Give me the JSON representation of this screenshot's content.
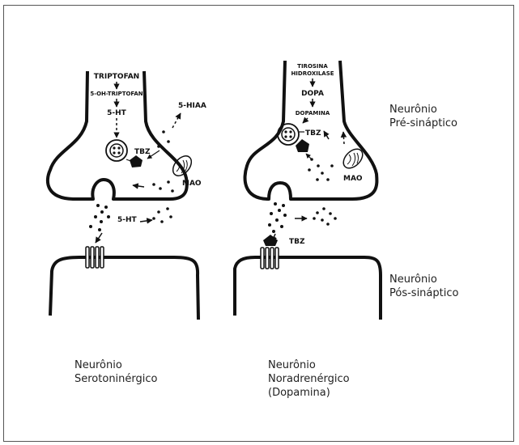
{
  "diagram": {
    "serotonergic": {
      "precursor": "TRIPTOFAN",
      "intermediate": "5-OH-TRIPTOFAN",
      "transmitter": "5-HT",
      "metabolite": "5-HIAA",
      "inhibitor": "TBZ",
      "enzyme": "MAO",
      "cleft_transmitter": "5-HT"
    },
    "noradrenergic": {
      "precursor_line1": "TIROSINA",
      "precursor_line2": "HIDROXILASE",
      "intermediate": "DOPA",
      "transmitter": "DOPAMINA",
      "inhibitor": "TBZ",
      "enzyme": "MAO",
      "receptor_inhibitor": "TBZ"
    },
    "side_labels": {
      "pre_line1": "Neurônio",
      "pre_line2": "Pré-sináptico",
      "post_line1": "Neurônio",
      "post_line2": "Pós-sináptico"
    },
    "captions": {
      "left_line1": "Neurônio",
      "left_line2": "Serotoninérgico",
      "right_line1": "Neurônio",
      "right_line2": "Noradrenérgico",
      "right_line3": "(Dopamina)"
    }
  }
}
